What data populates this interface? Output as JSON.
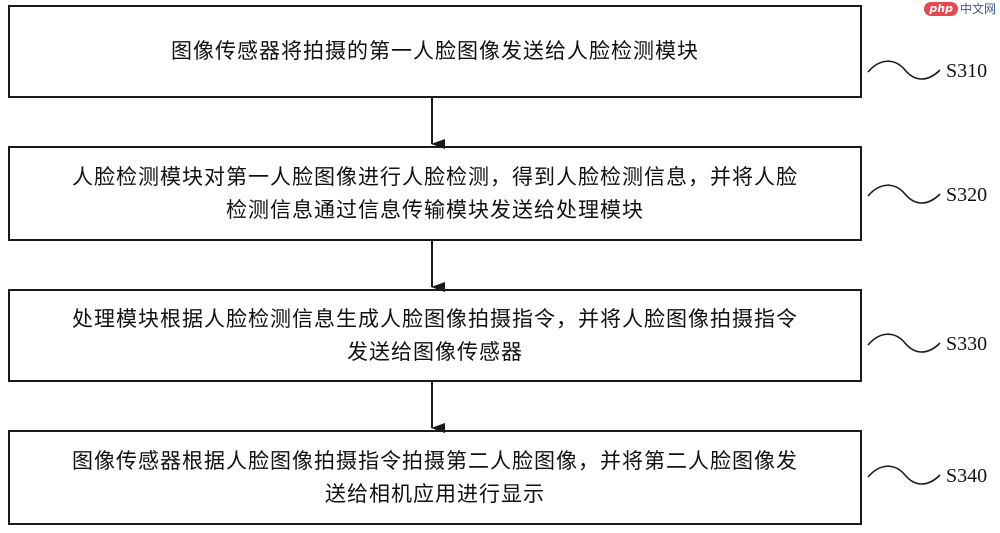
{
  "watermark": {
    "logo": "php",
    "text": "中文网"
  },
  "steps": [
    {
      "label": "S310",
      "lines": [
        "图像传感器将拍摄的第一人脸图像发送给人脸检测模块"
      ]
    },
    {
      "label": "S320",
      "lines": [
        "人脸检测模块对第一人脸图像进行人脸检测，得到人脸检测信息，并将人脸",
        "检测信息通过信息传输模块发送给处理模块"
      ]
    },
    {
      "label": "S330",
      "lines": [
        "处理模块根据人脸检测信息生成人脸图像拍摄指令，并将人脸图像拍摄指令",
        "发送给图像传感器"
      ]
    },
    {
      "label": "S340",
      "lines": [
        "图像传感器根据人脸图像拍摄指令拍摄第二人脸图像，并将第二人脸图像发",
        "送给相机应用进行显示"
      ]
    }
  ]
}
